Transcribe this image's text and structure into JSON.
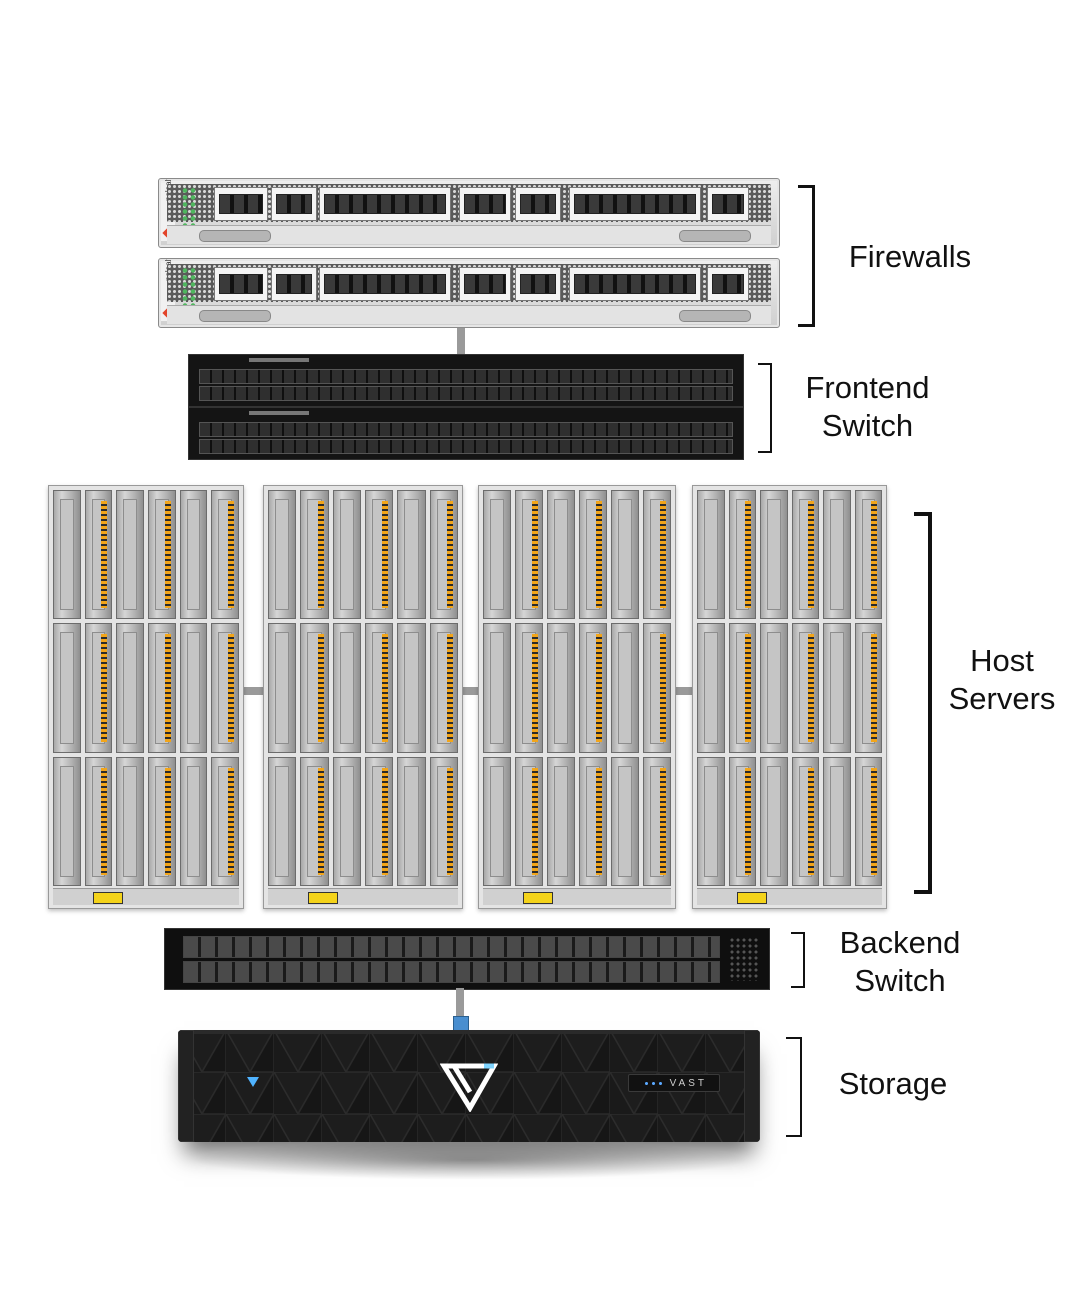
{
  "labels": {
    "firewalls": "Firewalls",
    "frontend_switch": [
      "Frontend",
      "Switch"
    ],
    "host_servers": [
      "Host",
      "Servers"
    ],
    "backend_switch": [
      "Backend",
      "Switch"
    ],
    "storage": "Storage"
  },
  "devices": {
    "firewall_brand": "paloalto",
    "storage_brand": "VAST"
  },
  "colors": {
    "firewall_logo": "#e2442a",
    "server_strip": "#f2a51a",
    "storage_led": "#4fb3ff",
    "storage_logo": "#ffffff"
  },
  "icons": {
    "storage_logo": "triangle-v-logo-icon",
    "storage_led": "blue-triangle-led-icon"
  }
}
